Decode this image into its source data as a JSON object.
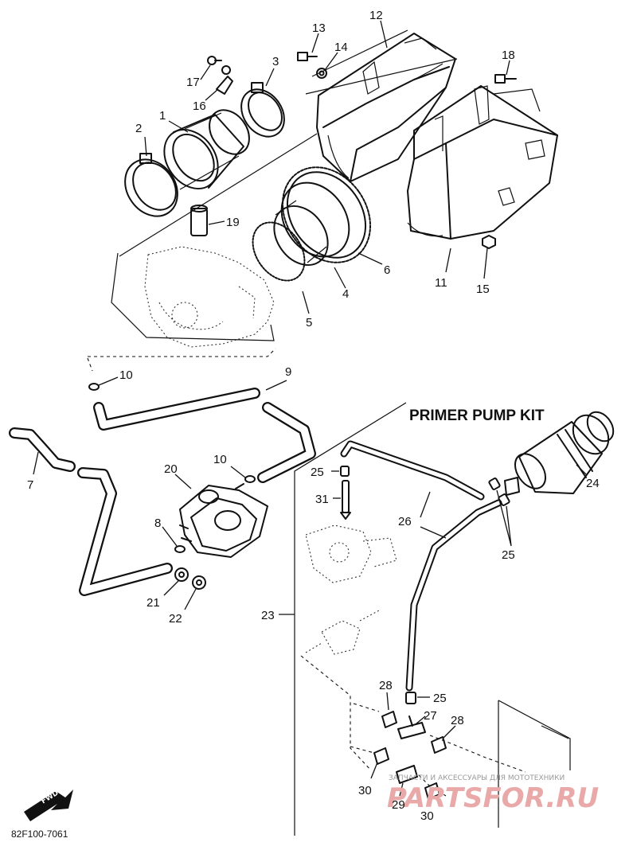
{
  "kit_title": "PRIMER PUMP KIT",
  "figure_code": "82F100-7061",
  "front_arrow": "FWD",
  "watermark": {
    "caption": "ЗАПЧАСТИ И АКСЕССУАРЫ ДЛЯ МОТОТЕХНИКИ",
    "brand": "PARTSFOR.RU"
  },
  "callouts": {
    "c1": "1",
    "c2": "2",
    "c3": "3",
    "c4": "4",
    "c5": "5",
    "c6": "6",
    "c7": "7",
    "c8": "8",
    "c9": "9",
    "c10a": "10",
    "c10b": "10",
    "c11": "11",
    "c12": "12",
    "c13": "13",
    "c14": "14",
    "c15": "15",
    "c16": "16",
    "c17": "17",
    "c18": "18",
    "c19": "19",
    "c20": "20",
    "c21": "21",
    "c22": "22",
    "c23": "23",
    "c24": "24",
    "c25a": "25",
    "c25b": "25",
    "c25c": "25",
    "c26": "26",
    "c27": "27",
    "c28a": "28",
    "c28b": "28",
    "c29": "29",
    "c30a": "30",
    "c30b": "30",
    "c31": "31"
  }
}
